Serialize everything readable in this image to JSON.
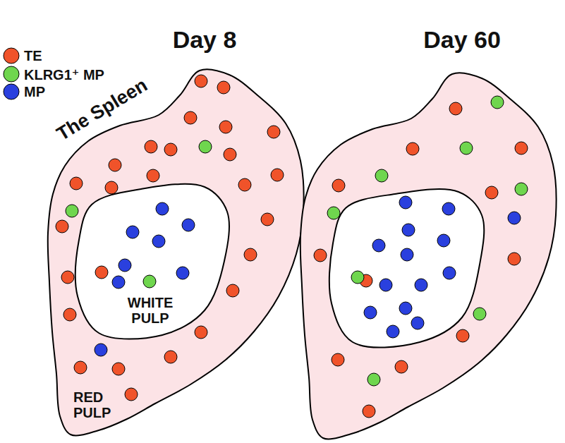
{
  "diagram": {
    "nodes": [
      {
        "text": [
          "Day 8",
          "RED PULP"
        ]
      },
      {
        "text": [
          "WHITE PULP"
        ],
        "in": 0
      },
      {
        "text": [
          "Day 60"
        ]
      }
    ],
    "labels": [
      "The Spleen"
    ],
    "legend": [
      {
        "text": "TE",
        "color": "#f0532a"
      },
      {
        "text": "KLRG1⁺ MP",
        "color": "#6fd64e"
      },
      {
        "text": "MP",
        "color": "#2a40de"
      }
    ]
  }
}
